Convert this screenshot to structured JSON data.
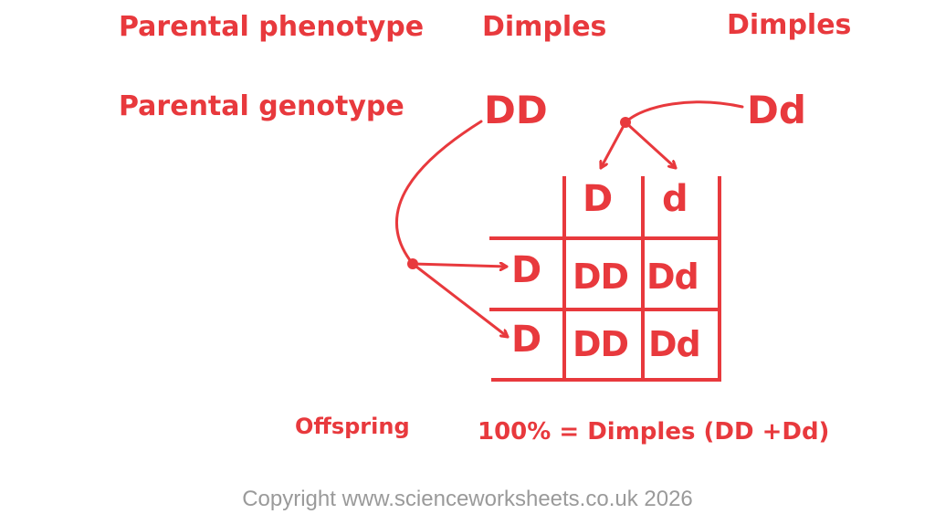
{
  "colors": {
    "accent": "#e8393d",
    "copyright": "#9a9a9a",
    "background": "#ffffff"
  },
  "labels": {
    "phenotype_row": "Parental phenotype",
    "genotype_row": "Parental genotype",
    "offspring": "Offspring"
  },
  "parents": {
    "parent1": {
      "phenotype": "Dimples",
      "genotype": "DD"
    },
    "parent2": {
      "phenotype": "Dimples",
      "genotype": "Dd"
    }
  },
  "punnett": {
    "column_alleles": [
      "D",
      "d"
    ],
    "row_alleles": [
      "D",
      "D"
    ],
    "cells": [
      [
        "DD",
        "Dd"
      ],
      [
        "DD",
        "Dd"
      ]
    ]
  },
  "result": "100% = Dimples (DD +Dd)",
  "footer": {
    "copyright": "Copyright www.scienceworksheets.co.uk 2026"
  }
}
